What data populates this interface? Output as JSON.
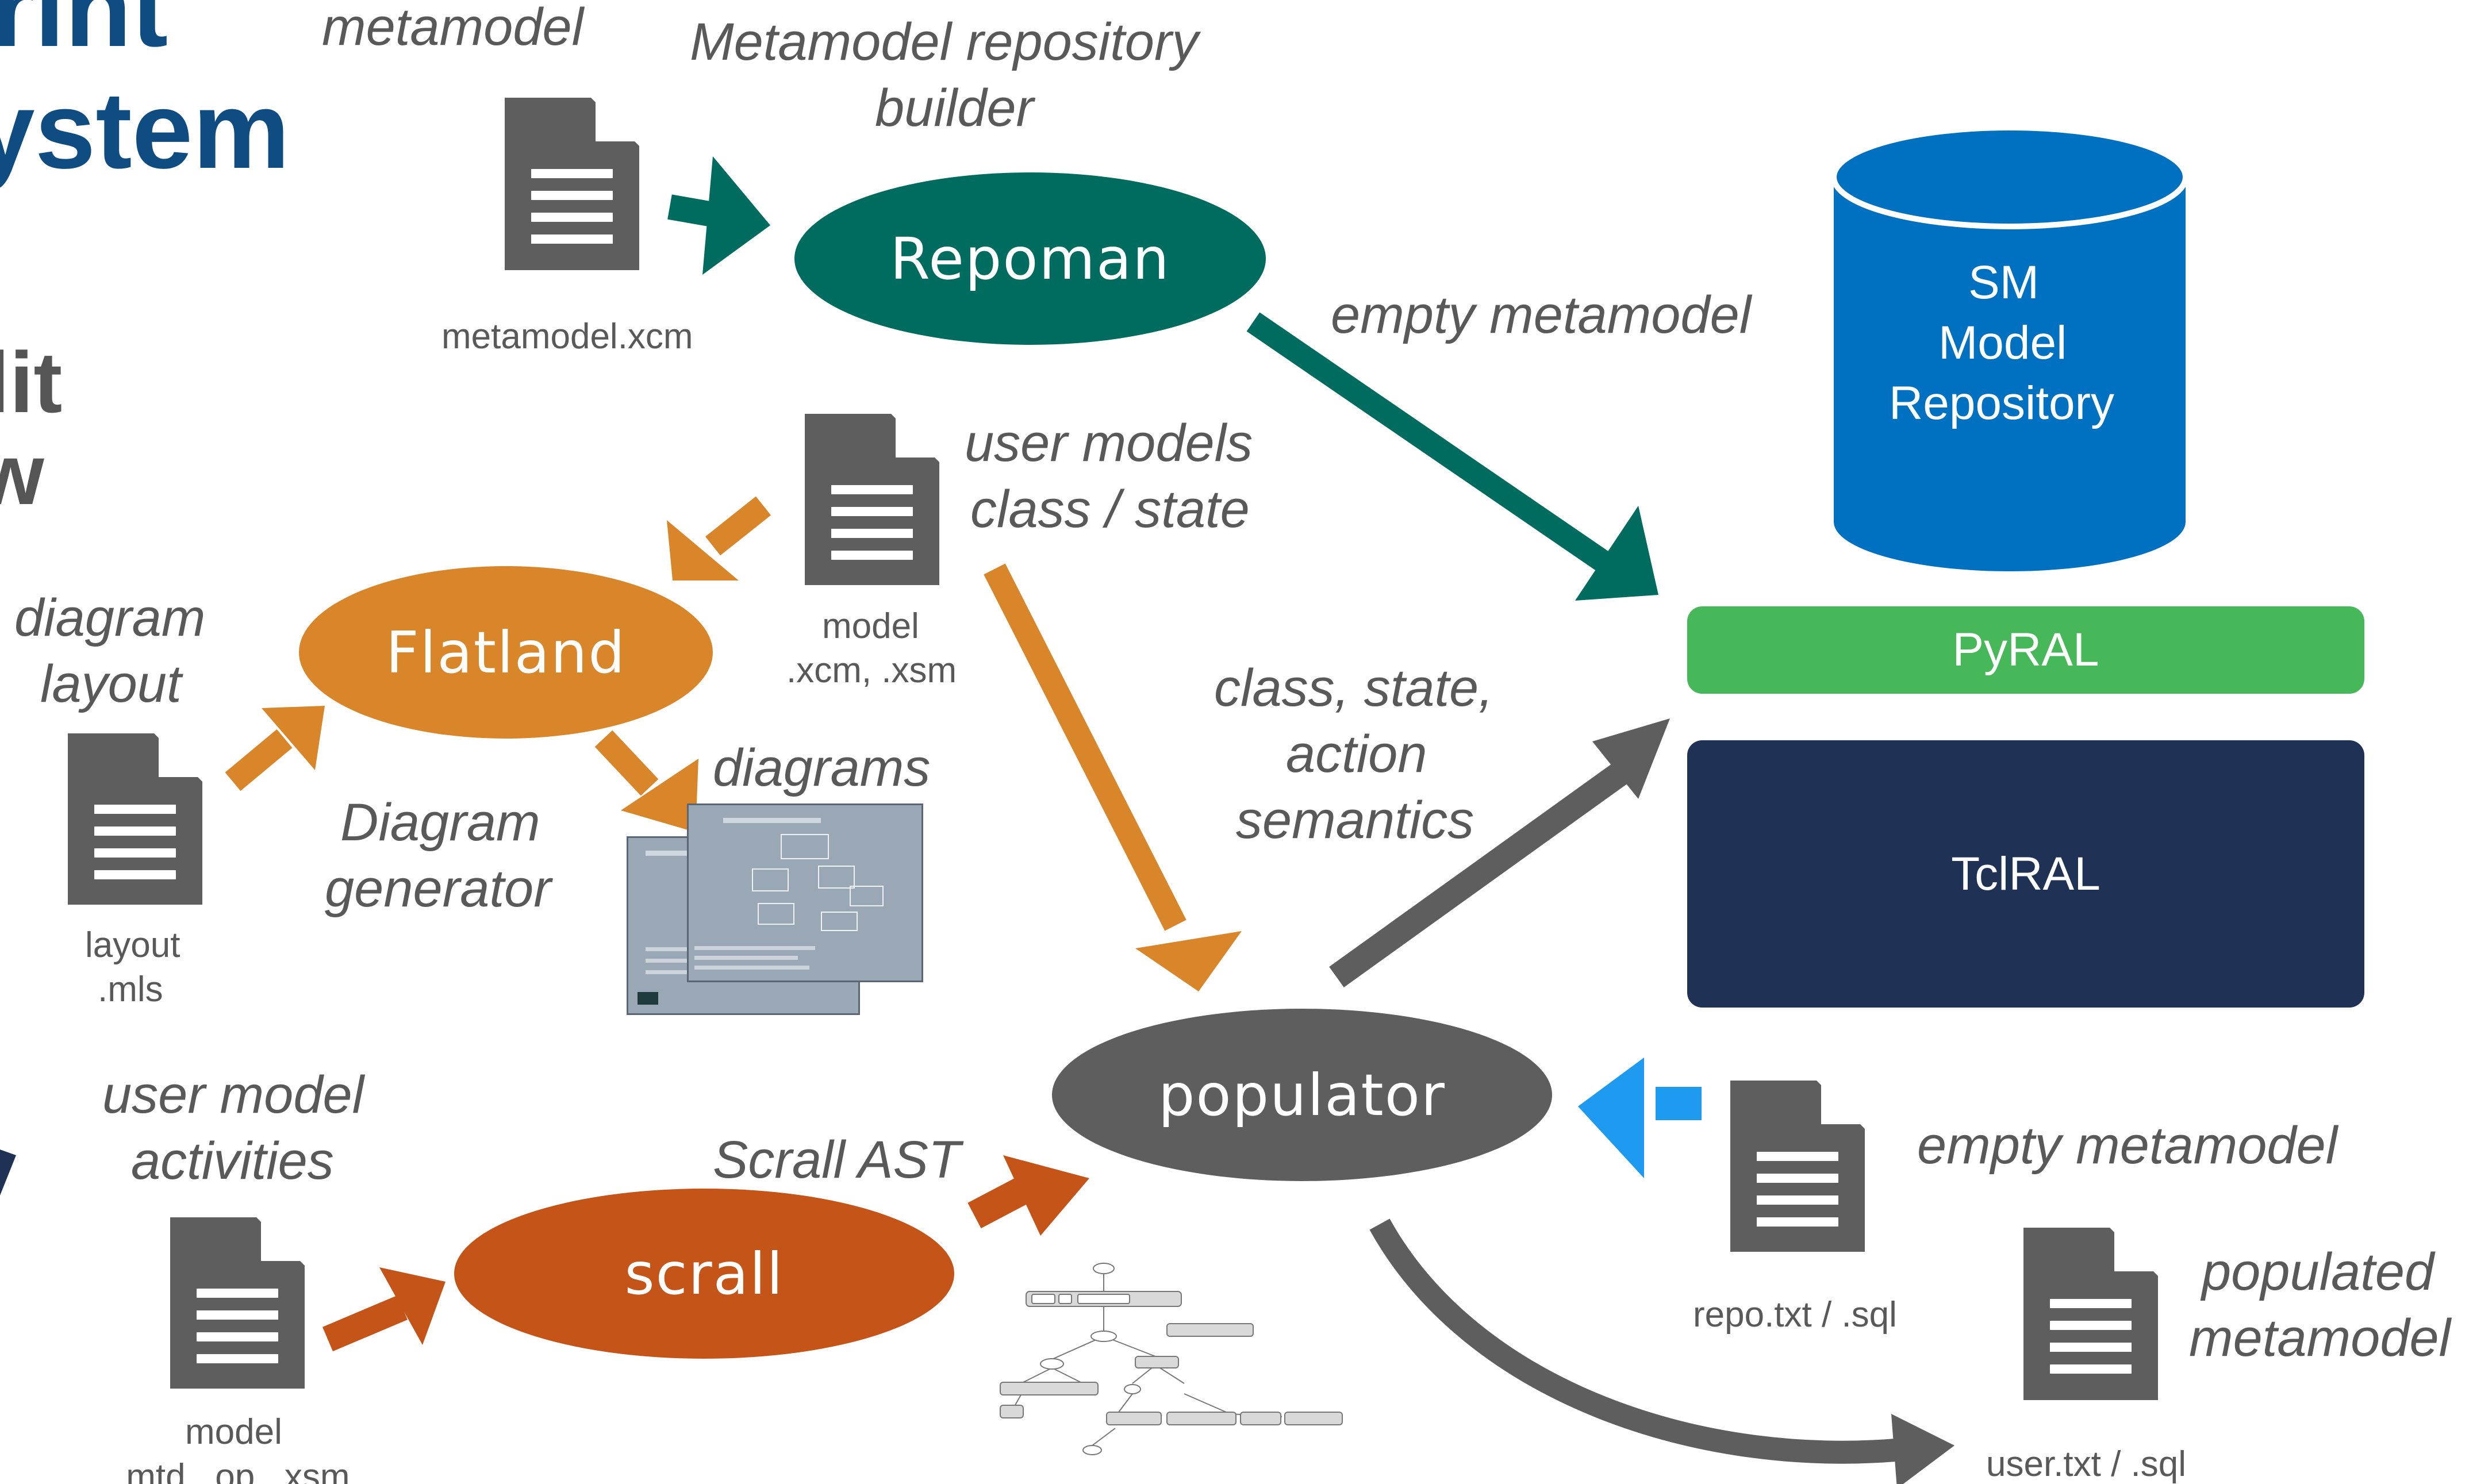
{
  "title": {
    "line1": "print",
    "line2": "ystem"
  },
  "side_text": {
    "line1": "lit",
    "line2": "w"
  },
  "nodes": {
    "repoman": "Repoman",
    "flatland": "Flatland",
    "scrall": "scrall",
    "populator": "populator"
  },
  "repository": {
    "label_line1": "SM",
    "label_line2": "Model",
    "label_line3": "Repository",
    "pyral": "PyRAL",
    "tclral": "TclRAL"
  },
  "annotations": {
    "metamodel_top": "metamodel",
    "repo_builder_1": "Metamodel repository",
    "repo_builder_2": "builder",
    "empty_metamodel_top": "empty metamodel",
    "user_models_1": "user models",
    "user_models_2": "class / state",
    "diagram_layout_1": "diagram",
    "diagram_layout_2": "layout",
    "diagrams": "diagrams",
    "diagram_gen_1": "Diagram",
    "diagram_gen_2": "generator",
    "semantics_1": "class, state,",
    "semantics_2": "action",
    "semantics_3": "semantics",
    "activities_1": "user model",
    "activities_2": "activities",
    "scrall_ast": "Scrall AST",
    "empty_metamodel_right": "empty metamodel",
    "populated_1": "populated",
    "populated_2": "metamodel"
  },
  "files": {
    "metamodel": "metamodel.xcm",
    "model_xcm_1": "model",
    "model_xcm_2": ".xcm, .xsm",
    "layout_1": "layout",
    "layout_2": ".mls",
    "model_mtd_1": "model",
    "model_mtd_2": ".mtd, .op, .xsm",
    "repo_txt": "repo.txt / .sql",
    "user_txt": "user.txt / .sql"
  },
  "colors": {
    "teal": "#006b5f",
    "orange": "#d9862a",
    "rust": "#c45418",
    "gray": "#5e5e5e",
    "blue": "#0070c0",
    "sky": "#1e9bf0",
    "green": "#47b85a",
    "navy": "#1f3154",
    "title_blue": "#0f4c81",
    "text_gray": "#595959"
  },
  "icons": {
    "document": "document-icon",
    "database": "database-cylinder-icon",
    "screenshot": "diagram-thumbnail-icon",
    "tree": "ast-tree-icon"
  }
}
